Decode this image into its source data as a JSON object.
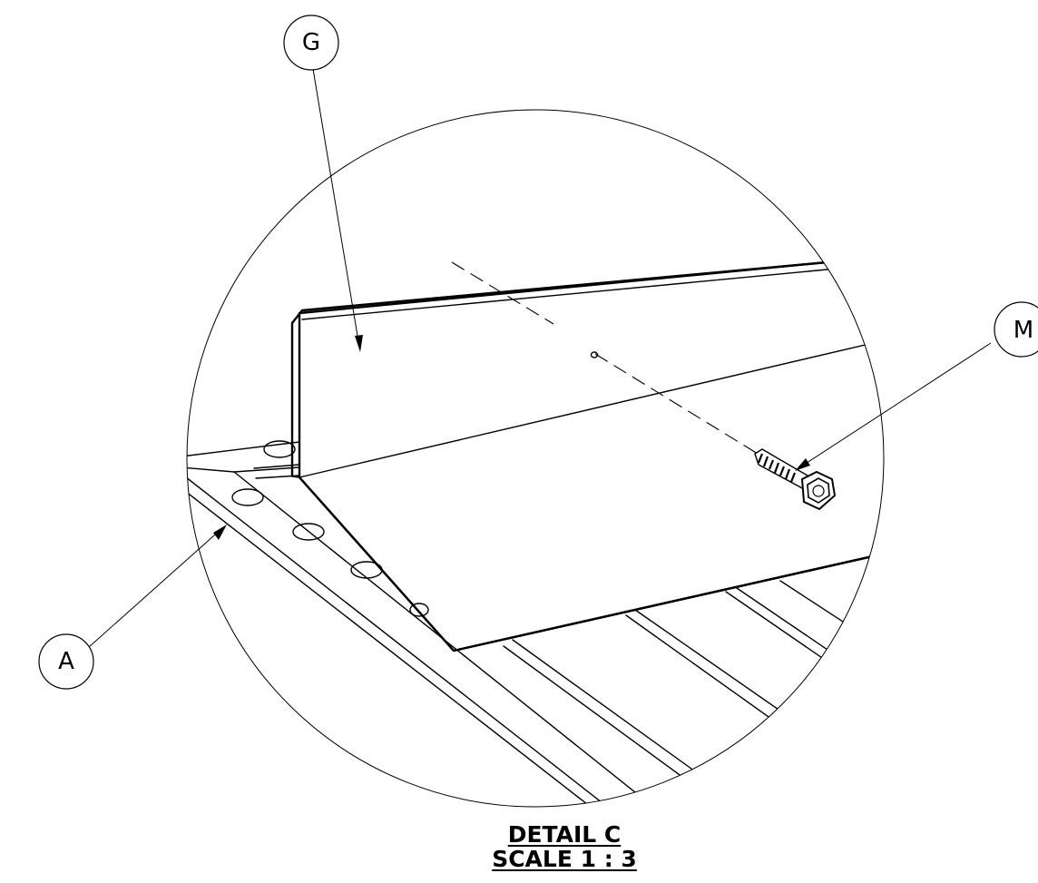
{
  "callouts": [
    {
      "id": "G",
      "label": "G"
    },
    {
      "id": "M",
      "label": "M"
    },
    {
      "id": "A",
      "label": "A"
    }
  ],
  "caption": {
    "title": "DETAIL C",
    "scale": "SCALE 1 : 3"
  }
}
